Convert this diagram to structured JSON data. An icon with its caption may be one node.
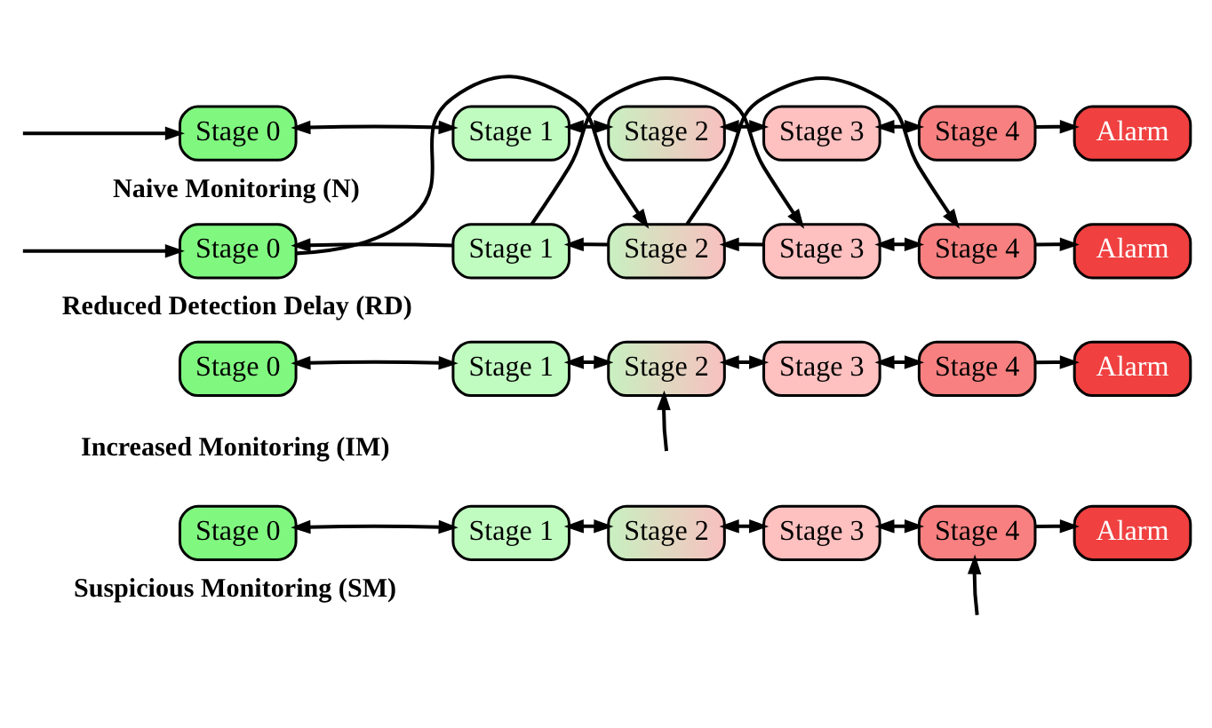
{
  "diagram": {
    "nodes": [
      {
        "text": [
          "Stage 0"
        ]
      },
      {
        "text": [
          "Stage 1"
        ]
      },
      {
        "text": [
          "Stage 2"
        ]
      },
      {
        "text": [
          "Stage 3"
        ]
      },
      {
        "text": [
          "Stage 4"
        ]
      },
      {
        "text": [
          "Alarm"
        ]
      },
      {
        "text": [
          "Stage 0"
        ]
      },
      {
        "text": [
          "Stage 1"
        ]
      },
      {
        "text": [
          "Stage 2"
        ]
      },
      {
        "text": [
          "Stage 3"
        ]
      },
      {
        "text": [
          "Stage 4"
        ]
      },
      {
        "text": [
          "Alarm"
        ]
      },
      {
        "text": [
          "Stage 0"
        ]
      },
      {
        "text": [
          "Stage 1"
        ]
      },
      {
        "text": [
          "Stage 2"
        ]
      },
      {
        "text": [
          "Stage 3"
        ]
      },
      {
        "text": [
          "Stage 4"
        ]
      },
      {
        "text": [
          "Alarm"
        ]
      },
      {
        "text": [
          "Stage 0"
        ]
      },
      {
        "text": [
          "Stage 1"
        ]
      },
      {
        "text": [
          "Stage 2"
        ]
      },
      {
        "text": [
          "Stage 3"
        ]
      },
      {
        "text": [
          "Stage 4"
        ]
      },
      {
        "text": [
          "Alarm"
        ]
      }
    ],
    "edges": [
      {
        "from": null,
        "to": 0,
        "arrow": "to"
      },
      {
        "from": 0,
        "to": 1,
        "arrow": "both"
      },
      {
        "from": 1,
        "to": 2,
        "arrow": "both"
      },
      {
        "from": 2,
        "to": 3,
        "arrow": "both"
      },
      {
        "from": 3,
        "to": 4,
        "arrow": "both"
      },
      {
        "from": 4,
        "to": 5,
        "arrow": "to"
      },
      {
        "from": null,
        "to": 6,
        "arrow": "to"
      },
      {
        "from": 7,
        "to": 6,
        "arrow": "to"
      },
      {
        "from": 8,
        "to": 7,
        "arrow": "to"
      },
      {
        "from": 9,
        "to": 8,
        "arrow": "to"
      },
      {
        "from": 9,
        "to": 10,
        "arrow": "both"
      },
      {
        "from": 10,
        "to": 11,
        "arrow": "to"
      },
      {
        "from": 6,
        "to": 8,
        "arrow": "to"
      },
      {
        "from": 7,
        "to": 9,
        "arrow": "to"
      },
      {
        "from": 8,
        "to": 10,
        "arrow": "to"
      },
      {
        "from": 12,
        "to": 13,
        "arrow": "both"
      },
      {
        "from": 13,
        "to": 14,
        "arrow": "both"
      },
      {
        "from": 14,
        "to": 15,
        "arrow": "both"
      },
      {
        "from": 15,
        "to": 16,
        "arrow": "both"
      },
      {
        "from": 16,
        "to": 17,
        "arrow": "to"
      },
      {
        "from": null,
        "to": 14,
        "arrow": "to"
      },
      {
        "from": 18,
        "to": 19,
        "arrow": "both"
      },
      {
        "from": 19,
        "to": 20,
        "arrow": "both"
      },
      {
        "from": 20,
        "to": 21,
        "arrow": "both"
      },
      {
        "from": 21,
        "to": 22,
        "arrow": "both"
      },
      {
        "from": 22,
        "to": 23,
        "arrow": "to"
      },
      {
        "from": null,
        "to": 22,
        "arrow": "to"
      }
    ],
    "labels": [
      "Naive Monitoring (N)",
      "Reduced Detection Delay (RD)",
      "Increased Monitoring (IM)",
      "Suspicious Monitoring (SM)"
    ]
  }
}
